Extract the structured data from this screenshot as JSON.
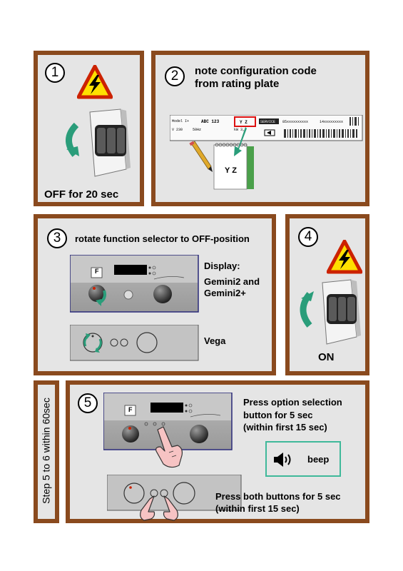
{
  "steps": {
    "s1": {
      "number": "1",
      "caption": "OFF for 20 sec"
    },
    "s2": {
      "number": "2",
      "title_line1": "note configuration code",
      "title_line2": "from rating plate",
      "plate": {
        "model_label": "Model I+",
        "model_value": "ABC 123",
        "config_code": "Y Z",
        "service_label": "SERVICE",
        "serial1": "85xxxxxxxxxx",
        "serial2": "14xxxxxxxxx",
        "voltage": "V 230",
        "frequency": "50Hz",
        "power": "kW 3,7"
      },
      "note_code": "Y Z"
    },
    "s3": {
      "number": "3",
      "title": "rotate function selector to OFF-position",
      "display_label": "Display:",
      "model_line1": "Gemini2 and",
      "model_line2": "Gemini2+",
      "panel_key": "F",
      "vega_label": "Vega"
    },
    "s4": {
      "number": "4",
      "caption": "ON"
    },
    "s5": {
      "number": "5",
      "side_label": "Step 5 to 6 within 60sec",
      "panel_key": "F",
      "instr1_line1": "Press option selection",
      "instr1_line2": "button for 5 sec",
      "instr1_line3": "(within first 15 sec)",
      "beep": "beep",
      "instr2_line1": "Press both buttons for 5 sec",
      "instr2_line2": "(within first 15 sec)"
    }
  },
  "colors": {
    "panel_border": "#8a4a1e",
    "panel_bg": "#e5e5e5",
    "arrow_green": "#2a9d7a",
    "warning_red": "#cc2200",
    "warning_yellow": "#ffe000",
    "highlight_red": "#dd1111",
    "beep_border": "#3fb99a"
  }
}
